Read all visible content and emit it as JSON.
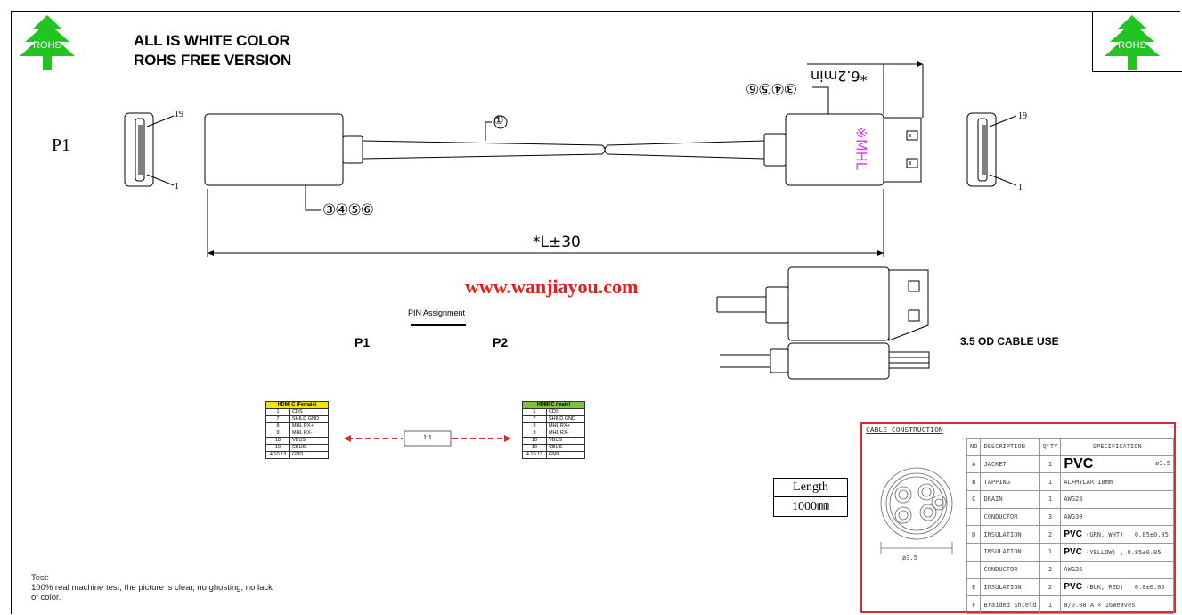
{
  "header": {
    "rohs_left": "ROHS",
    "rohs_right": "ROHS",
    "title_line1": "ALL IS WHITE COLOR",
    "title_line2": "ROHS FREE VERSION"
  },
  "drawing": {
    "p1_label": "P1",
    "pin_19_left": "19",
    "pin_1_left": "1",
    "pin_19_right": "19",
    "pin_1_right": "1",
    "cable_callout": "①",
    "mold_callout_bottom": "③④⑤⑥",
    "mold_callout_top": "③④⑤⑥",
    "dim_top": "*6.2min",
    "dim_length": "*L±30",
    "mhl_mark": "※MHL",
    "watermark": "www.wanjiayou.com",
    "cable_use": "3.5 OD CABLE USE"
  },
  "pin_assignment": {
    "title": "PIN Assignment",
    "p1": "P1",
    "p2": "P2",
    "mapping": "1:1",
    "left_header": "HDMI C (Female)",
    "right_header": "HDMI C (male)",
    "rows": [
      {
        "pin": "1",
        "signal": "CDS"
      },
      {
        "pin": "7",
        "signal": "SHILD GND"
      },
      {
        "pin": "8",
        "signal": "MHL RX+"
      },
      {
        "pin": "9",
        "signal": "MHL RX-"
      },
      {
        "pin": "18",
        "signal": "VBUS"
      },
      {
        "pin": "19",
        "signal": "CBUS"
      },
      {
        "pin": "4.10.13",
        "signal": "GND"
      }
    ],
    "colors": {
      "left_header": "#f5e400",
      "right_header": "#7cc243",
      "arrow": "#d32f2f"
    }
  },
  "length_box": {
    "label": "Length",
    "value": "1000㎜"
  },
  "cable_construction": {
    "title": "CABLE CONSTRUCTION",
    "section_label": "ø3.5",
    "headers": {
      "no": "NO",
      "desc": "DESCRIPTION",
      "qty": "Q'TY",
      "spec": "SPECIFICATION"
    },
    "rows": [
      {
        "no": "A",
        "desc": "JACKET",
        "qty": "1",
        "spec_bold": "PVC",
        "spec": "ø3.5"
      },
      {
        "no": "B",
        "desc": "TAPPING",
        "qty": "1",
        "spec_bold": "",
        "spec": "AL+MYLAR 18mm"
      },
      {
        "no": "C",
        "desc": "DRAIN",
        "qty": "1",
        "spec_bold": "",
        "spec": "AWG28"
      },
      {
        "no": "",
        "desc": "CONDUCTOR",
        "qty": "3",
        "spec_bold": "",
        "spec": "AWG30"
      },
      {
        "no": "D",
        "desc": "INSULATION",
        "qty": "2",
        "spec_bold": "PVC",
        "spec": "(GRN, WHT) , 0.85±0.05"
      },
      {
        "no": "",
        "desc": "INSULATION",
        "qty": "1",
        "spec_bold": "PVC",
        "spec": "(YELLOW) , 0.85±0.05"
      },
      {
        "no": "",
        "desc": "CONDUCTOR",
        "qty": "2",
        "spec_bold": "",
        "spec": "AWG26"
      },
      {
        "no": "E",
        "desc": "INSULATION",
        "qty": "2",
        "spec_bold": "PVC",
        "spec": "(BLK, RED) , 0.8±0.05"
      },
      {
        "no": "F",
        "desc": "Braided Shield",
        "qty": "1",
        "spec_bold": "",
        "spec": "8/0.08TA × 16Weaves"
      }
    ],
    "colors": {
      "border": "#d32f2f"
    }
  },
  "footer": {
    "test_title": "Test:",
    "test_line1": "100% real machine test, the picture is clear, no ghosting, no lack",
    "test_line2": "of color."
  }
}
